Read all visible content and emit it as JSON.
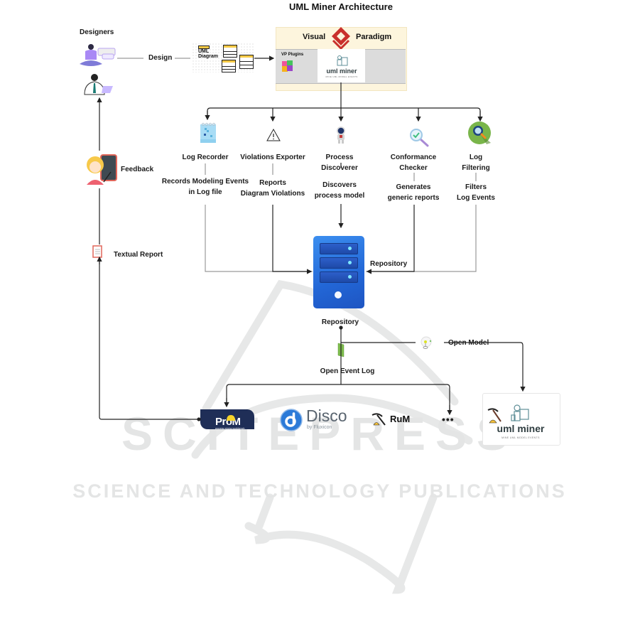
{
  "title": "UML Miner Architecture",
  "actors": {
    "designers_label": "Designers",
    "design_label": "Design",
    "feedback_label": "Feedback",
    "textual_report_label": "Textual Report"
  },
  "uml_diagram": {
    "label_line1": "UML",
    "label_line2": "Diagram"
  },
  "visual_paradigm": {
    "name_left": "Visual",
    "name_right": "Paradigm",
    "plugins_label": "VP Plugins",
    "plugin_name": "uml miner",
    "plugin_tagline": "MINE UML MODEL EVENTS"
  },
  "components": [
    {
      "name": "Log Recorder",
      "name_line2": "",
      "desc_line1": "Records Modeling Events",
      "desc_line2": "in Log file",
      "icon": "calendar-log-icon"
    },
    {
      "name": "Violations Exporter",
      "name_line2": "",
      "desc_line1": "Reports",
      "desc_line2": "Diagram Violations",
      "icon": "warning-triangle-icon"
    },
    {
      "name": "Process",
      "name_line2": "Discoverer",
      "desc_line1": "Discovers",
      "desc_line2": "process model",
      "icon": "astronaut-icon"
    },
    {
      "name": "Conformance",
      "name_line2": "Checker",
      "desc_line1": "Generates",
      "desc_line2": "generic reports",
      "icon": "magnifier-check-icon"
    },
    {
      "name": "Log",
      "name_line2": "Filtering",
      "desc_line1": "Filters",
      "desc_line2": "Log Events",
      "icon": "filter-magnifier-icon"
    }
  ],
  "repository": {
    "side_label": "Repository",
    "bottom_label": "Repository"
  },
  "flows": {
    "open_model": "Open Model",
    "open_event_log": "Open Event Log"
  },
  "tools": {
    "prom": {
      "name": "ProM",
      "tagline": "process mining workbench"
    },
    "disco": {
      "name": "Disco",
      "tagline": "by Fluxicon"
    },
    "rum": {
      "name": "RuM"
    },
    "more": "•••",
    "uml_miner": {
      "name": "uml miner",
      "tagline": "MINE UML MODEL EVENTS"
    }
  },
  "watermark": {
    "line1": "SCITEPRESS",
    "line2": "SCIENCE AND TECHNOLOGY PUBLICATIONS"
  },
  "colors": {
    "vp_red": "#c9302c",
    "server_blue": "#2a6fe0",
    "prom_navy": "#1f2e57",
    "disco_blue": "#2b7ad8",
    "uml_yellow": "#f5c945",
    "connector": "#222222",
    "connector_light": "#9a9a9a"
  }
}
